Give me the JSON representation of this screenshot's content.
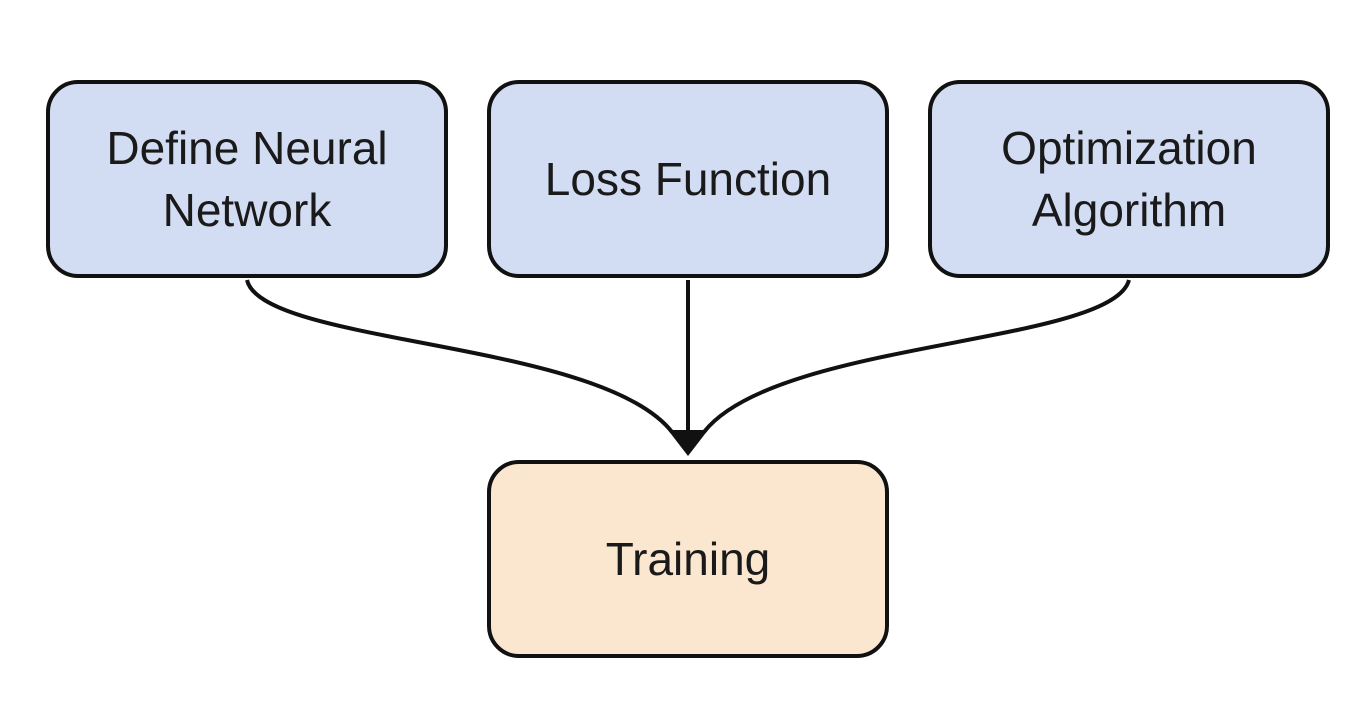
{
  "diagram": {
    "nodes": {
      "define": {
        "label": "Define Neural\nNetwork"
      },
      "loss": {
        "label": "Loss Function"
      },
      "optimizer": {
        "label": "Optimization\nAlgorithm"
      },
      "training": {
        "label": "Training"
      }
    },
    "edges": [
      {
        "from": "Define Neural Network",
        "to": "Training"
      },
      {
        "from": "Loss Function",
        "to": "Training"
      },
      {
        "from": "Optimization Algorithm",
        "to": "Training"
      }
    ],
    "colors": {
      "input_node_fill": "#d2ddf3",
      "output_node_fill": "#fbe6cf",
      "stroke": "#111111",
      "text": "#1a1a1a"
    }
  }
}
